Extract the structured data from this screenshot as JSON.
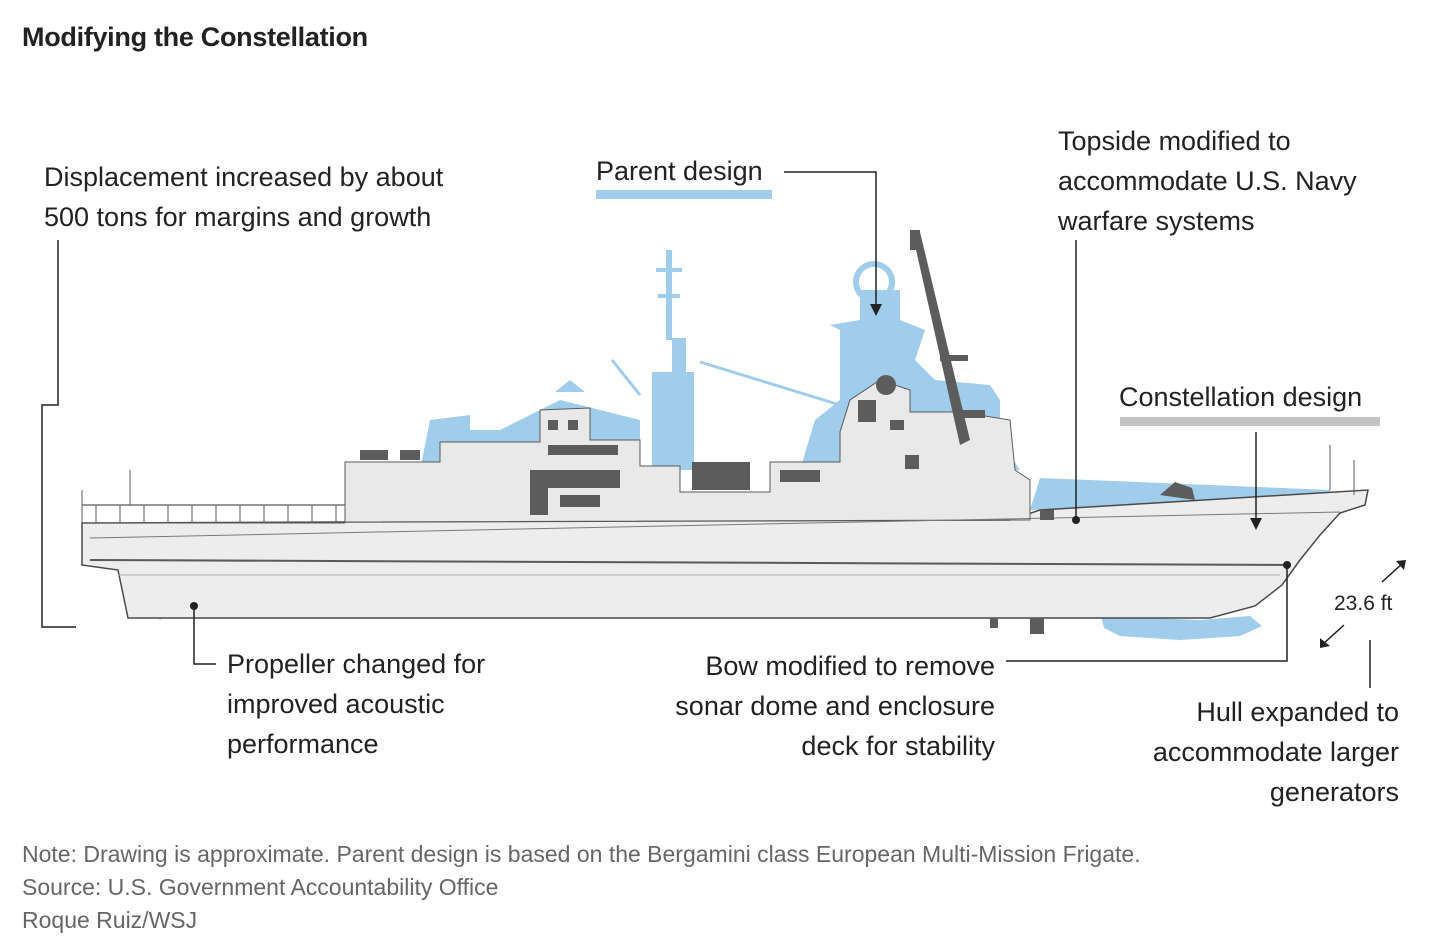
{
  "title": "Modifying the Constellation",
  "labels": {
    "displacement": [
      "Displacement increased by about",
      "500 tons for margins and growth"
    ],
    "parent_design": "Parent design",
    "topside": [
      "Topside modified to",
      "accommodate U.S. Navy",
      "warfare systems"
    ],
    "constellation_design": "Constellation design",
    "propeller": [
      "Propeller changed for",
      "improved acoustic",
      "performance"
    ],
    "bow": [
      "Bow modified to remove",
      "sonar dome and enclosure",
      "deck for stability"
    ],
    "hull": [
      "Hull expanded to",
      "accommodate larger",
      "generators"
    ],
    "dimension": "23.6 ft"
  },
  "footer": {
    "note": "Note: Drawing is approximate. Parent design is based on the Bergamini class European Multi-Mission Frigate.",
    "source": "Source: U.S. Government Accountability Office",
    "credit": "Roque Ruiz/WSJ"
  },
  "colors": {
    "parent": "#9fcdeb",
    "constellation": "#c4c4c4",
    "hull_fill": "#ededed",
    "dark_detail": "#5c5c5c",
    "text": "#222222",
    "note_text": "#666666"
  }
}
